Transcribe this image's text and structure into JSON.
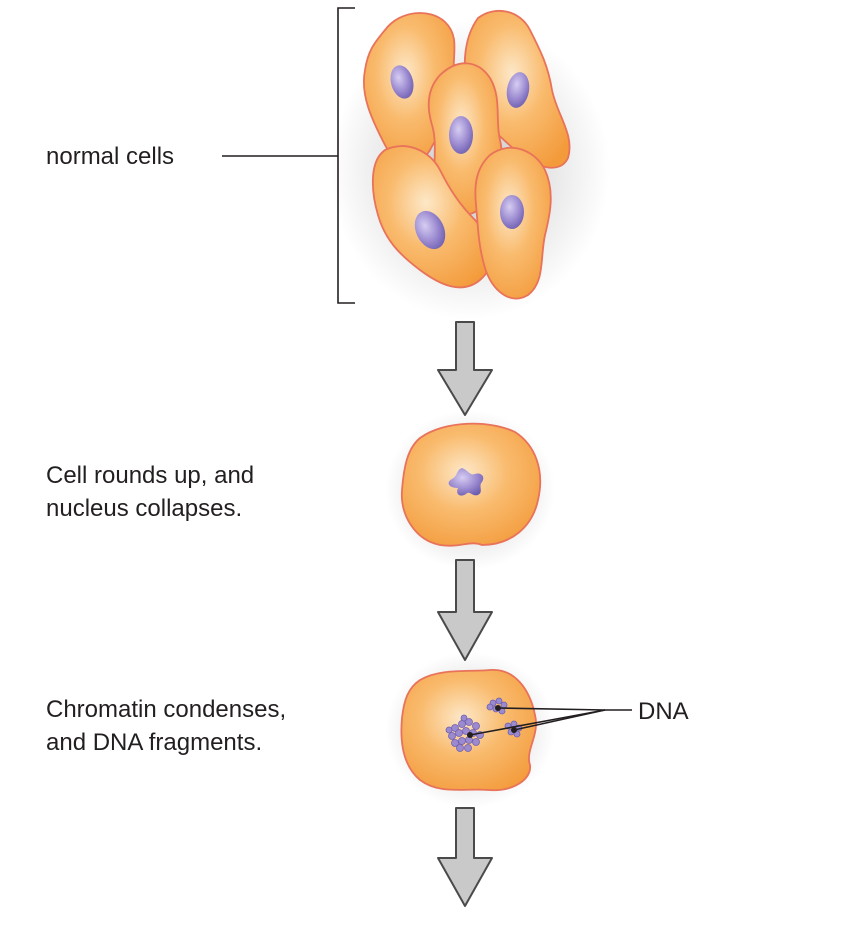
{
  "labels": {
    "normal_cells": "normal cells",
    "round_up_line1": "Cell rounds up, and",
    "round_up_line2": "nucleus collapses.",
    "chromatin_line1": "Chromatin condenses,",
    "chromatin_line2": "and DNA fragments.",
    "dna": "DNA"
  },
  "colors": {
    "cell_fill": "#f7a74a",
    "cell_light": "#fde0b8",
    "cell_edge": "#e8725a",
    "nucleus": "#9b8ad0",
    "nucleus_dark": "#6e5fb0",
    "arrow_fill": "#c9c9c9",
    "arrow_stroke": "#4a4a4a",
    "text": "#231f20"
  }
}
